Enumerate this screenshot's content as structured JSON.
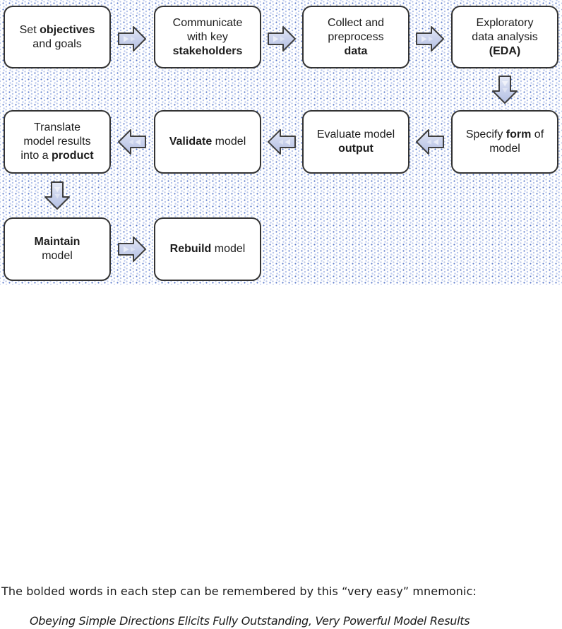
{
  "diagram": {
    "boxes": [
      {
        "id": "set-objectives",
        "row": 0,
        "col": 0,
        "lines": [
          "Set **objectives**",
          "and goals"
        ]
      },
      {
        "id": "communicate-stakeholders",
        "row": 0,
        "col": 1,
        "lines": [
          "Communicate",
          "with key",
          "**stakeholders**"
        ]
      },
      {
        "id": "collect-preprocess-data",
        "row": 0,
        "col": 2,
        "lines": [
          "Collect and",
          "preprocess",
          "**data**"
        ]
      },
      {
        "id": "exploratory-data-analysis",
        "row": 0,
        "col": 3,
        "lines": [
          "Exploratory",
          "data analysis",
          "**(EDA)**"
        ]
      },
      {
        "id": "specify-form-of-model",
        "row": 1,
        "col": 3,
        "lines": [
          "Specify **form** of",
          "model"
        ]
      },
      {
        "id": "evaluate-model-output",
        "row": 1,
        "col": 2,
        "lines": [
          "Evaluate model",
          "**output**"
        ]
      },
      {
        "id": "validate-model",
        "row": 1,
        "col": 1,
        "lines": [
          "**Validate** model"
        ]
      },
      {
        "id": "translate-into-product",
        "row": 1,
        "col": 0,
        "lines": [
          "Translate",
          "model results",
          "into a **product**"
        ]
      },
      {
        "id": "maintain-model",
        "row": 2,
        "col": 0,
        "lines": [
          "**Maintain**",
          "model"
        ]
      },
      {
        "id": "rebuild-model",
        "row": 2,
        "col": 1,
        "lines": [
          "**Rebuild** model"
        ]
      }
    ],
    "arrows": [
      {
        "dir": "right",
        "row": 0,
        "gap": 0
      },
      {
        "dir": "right",
        "row": 0,
        "gap": 1
      },
      {
        "dir": "right",
        "row": 0,
        "gap": 2
      },
      {
        "dir": "down",
        "col": 3,
        "betweenRows": [
          0,
          1
        ]
      },
      {
        "dir": "left",
        "row": 1,
        "gap": 2
      },
      {
        "dir": "left",
        "row": 1,
        "gap": 1
      },
      {
        "dir": "left",
        "row": 1,
        "gap": 0
      },
      {
        "dir": "down",
        "col": 0,
        "betweenRows": [
          1,
          2
        ]
      },
      {
        "dir": "right",
        "row": 2,
        "gap": 0
      }
    ],
    "colors": {
      "box_border": "#333333",
      "arrow_outline": "#3f3f3f",
      "arrow_fill_top": "#e7ebf7",
      "arrow_fill_mid": "#ccd4ed",
      "arrow_fill_bottom": "#b4c0e3",
      "dot_blue_dark": "#3a5fc0",
      "dot_blue_light": "#96ace6"
    }
  },
  "caption": {
    "intro": "The bolded words in each step can be remembered by this “very easy” mnemonic:",
    "mnemonic": "Obeying Simple Directions Elicits Fully Outstanding, Very Powerful Model Results"
  }
}
